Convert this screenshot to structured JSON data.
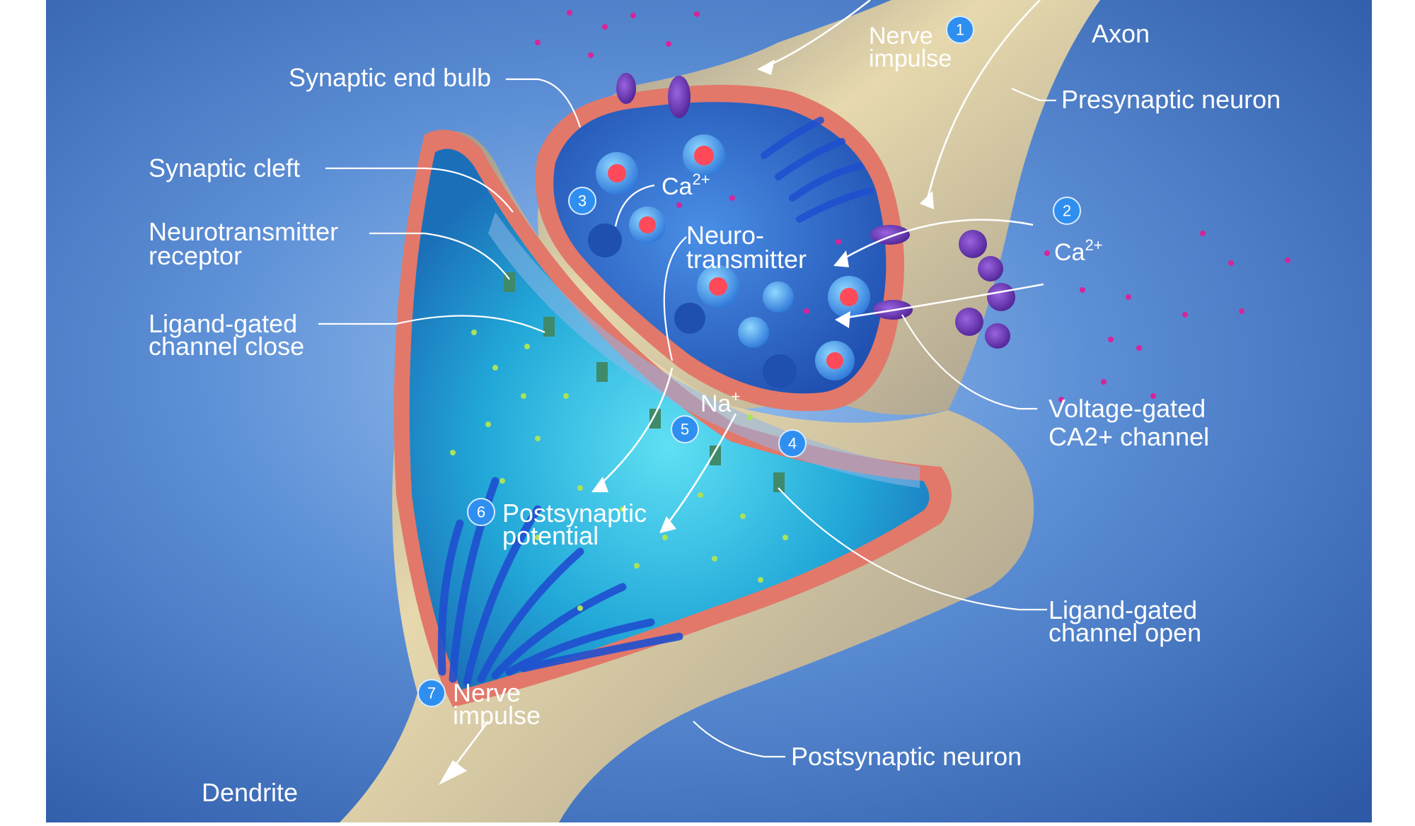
{
  "labels": {
    "nerve_impulse_top": [
      "Nerve",
      "impulse"
    ],
    "axon": "Axon",
    "synaptic_end_bulb": "Synaptic end bulb",
    "presynaptic_neuron": "Presynaptic neuron",
    "synaptic_cleft": "Synaptic cleft",
    "neurotransmitter_receptor": [
      "Neurotransmitter",
      "receptor"
    ],
    "neurotransmitter": [
      "Neuro-",
      "transmitter"
    ],
    "ligand_gated_close": [
      "Ligand-gated",
      "channel close"
    ],
    "voltage_gated": [
      "Voltage-gated",
      "CA2+ channel"
    ],
    "postsynaptic_potential": [
      "Postsynaptic",
      "potential"
    ],
    "ligand_gated_open": [
      "Ligand-gated",
      "channel open"
    ],
    "nerve_impulse_bottom": [
      "Nerve",
      "impulse"
    ],
    "postsynaptic_neuron": "Postsynaptic neuron",
    "dendrite": "Dendrite"
  },
  "ions": {
    "ca_inside": {
      "base": "Ca",
      "sup": "2+"
    },
    "ca_outside": {
      "base": "Ca",
      "sup": "2+"
    },
    "na": {
      "base": "Na",
      "sup": "+"
    }
  },
  "steps": [
    "1",
    "2",
    "3",
    "4",
    "5",
    "6",
    "7"
  ],
  "colors": {
    "background": "#4a78c6",
    "neuron_surface": "#d8c89a",
    "membrane": "#e2786a",
    "presynaptic_interior": "#2f64c8",
    "postsynaptic_interior": "#26b4de",
    "badge": "#2f8ff0",
    "calcium_ion": "#d6259a",
    "sodium_ion": "#a8e35a",
    "channel": "#6a2fb0",
    "receptor": "#3f8a6a"
  }
}
